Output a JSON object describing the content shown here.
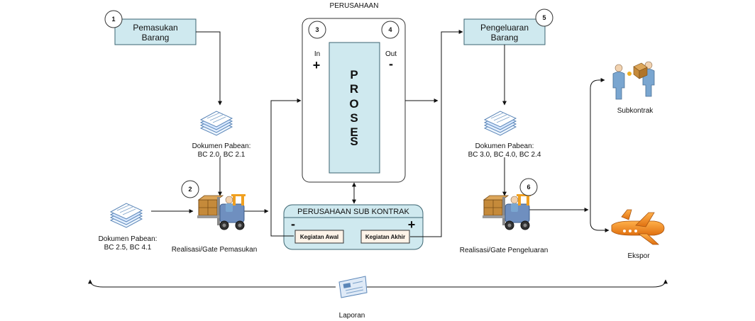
{
  "title": "PERUSAHAAN",
  "badges": [
    "1",
    "2",
    "3",
    "4",
    "5",
    "6"
  ],
  "pemasukan_box": {
    "line1": "Pemasukan",
    "line2": "Barang"
  },
  "pengeluaran_box": {
    "line1": "Pengeluaran",
    "line2": "Barang"
  },
  "process": {
    "in_label": "In",
    "out_label": "Out",
    "plus": "+",
    "minus": "-",
    "letters": [
      "P",
      "R",
      "O",
      "S",
      "E",
      "S"
    ]
  },
  "subkontrak_box": {
    "title": "PERUSAHAAN SUB KONTRAK",
    "minus": "-",
    "plus": "+",
    "activity_start": "Kegiatan Awal",
    "activity_end": "Kegiatan Akhir"
  },
  "documents": {
    "in_top": {
      "line1": "Dokumen Pabean:",
      "line2": "BC 2.0, BC 2.1"
    },
    "in_left": {
      "line1": "Dokumen Pabean:",
      "line2": "BC 2.5, BC 4.1"
    },
    "out_top": {
      "line1": "Dokumen Pabean:",
      "line2": "BC 3.0,  BC 4.0, BC 2.4"
    }
  },
  "gates": {
    "in": "Realisasi/Gate Pemasukan",
    "out": "Realisasi/Gate Pengeluaran"
  },
  "destinations": {
    "subkontrak": "Subkontrak",
    "ekspor": "Ekspor"
  },
  "report": "Laporan",
  "colors": {
    "box_fill": "#cfe9ef",
    "box_stroke": "#3b6470",
    "process_fill": "#cfe9ef",
    "plane": "#f08a1c",
    "person": "#7aa6d0",
    "forklift": "#6f8fbf",
    "crate": "#c58a3a"
  }
}
